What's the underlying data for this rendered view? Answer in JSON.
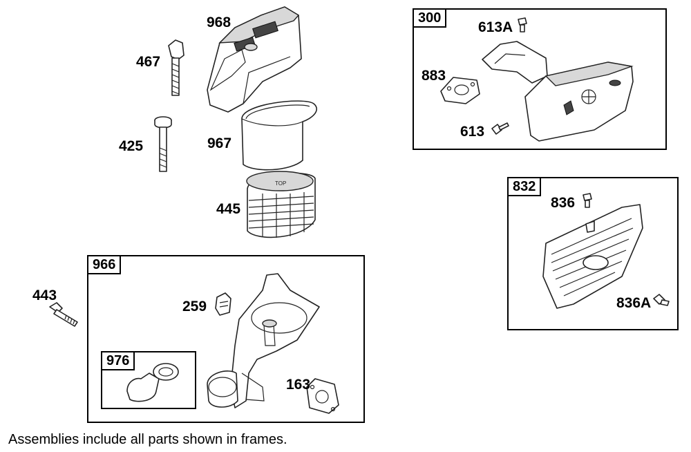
{
  "frames": {
    "f300": "300",
    "f832": "832",
    "f966": "966",
    "f976": "976"
  },
  "parts": {
    "p968": "968",
    "p467": "467",
    "p425": "425",
    "p967": "967",
    "p445": "445",
    "p443": "443",
    "p259": "259",
    "p163": "163",
    "p613A": "613A",
    "p883": "883",
    "p613": "613",
    "p836": "836",
    "p836A": "836A"
  },
  "footnote": "Assemblies include all parts shown in frames."
}
